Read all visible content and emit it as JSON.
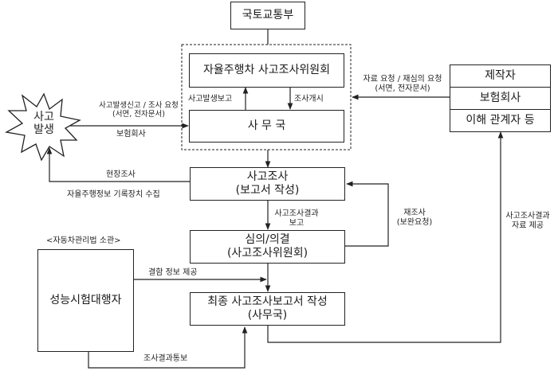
{
  "nodes": {
    "molit": "국토교통부",
    "committee": "자율주행차 사고조사위원회",
    "office": "사 무 국",
    "accident_line1": "사고",
    "accident_line2": "발생",
    "manufacturer": "제작자",
    "insurer": "보험회사",
    "stakeholder": "이해 관계자 등",
    "investigation_line1": "사고조사",
    "investigation_line2": "(보고서 작성)",
    "deliberation_line1": "심의/의결",
    "deliberation_line2": "(사고조사위원회)",
    "final_line1": "최종 사고조사보고서 작성",
    "final_line2": "(사무국)",
    "tester_caption": "<자동차관리법 소관>",
    "tester": "성능시험대행자"
  },
  "edges": {
    "report_accident": "사고발생보고",
    "start_investigation": "조사개시",
    "report_request_line1": "사고발생신고 / 조사 요청",
    "report_request_line2": "(서면, 전자문서)",
    "insurer_edge": "보험회사",
    "data_request_line1": "자료 요청 / 재심의 요청",
    "data_request_line2": "(서면, 전자문서)",
    "site_investigation": "현장조사",
    "recorder_collect": "자율주행정보 기록장치 수집",
    "result_report_line1": "사고조사결과",
    "result_report_line2": "보고",
    "reinvestigation_line1": "재조사",
    "reinvestigation_line2": "(보완요청)",
    "defect_info": "결함 정보 제공",
    "result_data_line1": "사고조사결과",
    "result_data_line2": "자료 제공",
    "result_notice": "조사결과통보"
  },
  "colors": {
    "line": "#222222",
    "background": "#ffffff"
  }
}
